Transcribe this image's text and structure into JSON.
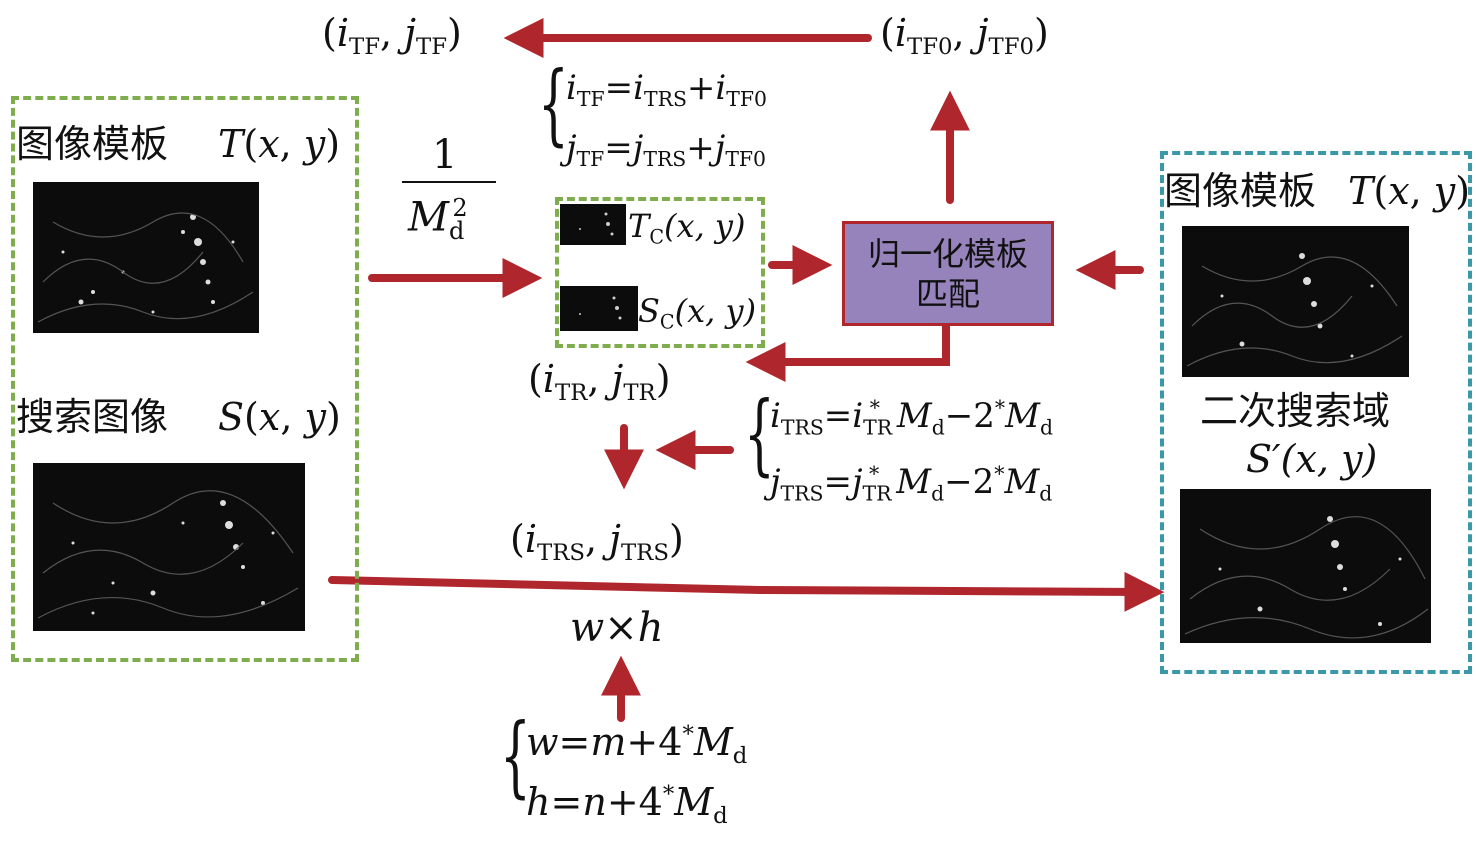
{
  "colors": {
    "arrow": "#b0262d",
    "green_box": "#7fad4d",
    "blue_box": "#3a98a8",
    "proc_fill": "#9683bb"
  },
  "left": {
    "template_label": "图像模板",
    "template_func": "T(x, y)",
    "search_label": "搜索图像",
    "search_func": "S(x, y)"
  },
  "scale_frac": {
    "numerator": "1",
    "denominator": "M",
    "denominator_sub": "d",
    "denominator_sup": "2"
  },
  "coarse": {
    "tc": {
      "letter": "T",
      "sub": "C",
      "args": "(x, y)"
    },
    "sc": {
      "letter": "S",
      "sub": "C",
      "args": "(x, y)"
    }
  },
  "process": {
    "line1": "归一化模板",
    "line2": "匹配"
  },
  "top": {
    "result": {
      "i": "i",
      "isub": "TF",
      "j": "j",
      "jsub": "TF"
    },
    "result0": {
      "i": "i",
      "isub": "TF0",
      "j": "j",
      "jsub": "TF0"
    },
    "eq1": {
      "lhs_sub": "TF",
      "rhs1_sub": "TRS",
      "rhs2_sub": "TF0"
    },
    "eq2": {
      "lhs_sub": "TF",
      "rhs1_sub": "TRS",
      "rhs2_sub": "TF0"
    }
  },
  "mid": {
    "coarse_result": {
      "isub": "TR",
      "jsub": "TR"
    },
    "trs_eq1": {
      "lhs_sub": "TRS",
      "tr_sub": "TR",
      "tr_sup": "*",
      "md_sub": "d",
      "coef": "2",
      "coef_sup": "*"
    },
    "trs_eq2": {
      "lhs_sub": "TRS",
      "tr_sub": "TR",
      "tr_sup": "*",
      "md_sub": "d",
      "coef": "2",
      "coef_sup": "*"
    },
    "trs_result": {
      "isub": "TRS",
      "jsub": "TRS"
    },
    "window": "w×h"
  },
  "bottom": {
    "w_eq": {
      "lhs": "w",
      "rhs": "m",
      "coef": "4",
      "coef_sup": "*",
      "md_sub": "d"
    },
    "h_eq": {
      "lhs": "h",
      "rhs": "n",
      "coef": "4",
      "coef_sup": "*",
      "md_sub": "d"
    }
  },
  "right": {
    "template_label": "图像模板",
    "template_func": "T(x, y)",
    "domain_label": "二次搜索域",
    "domain_func": "S′(x, y)"
  }
}
